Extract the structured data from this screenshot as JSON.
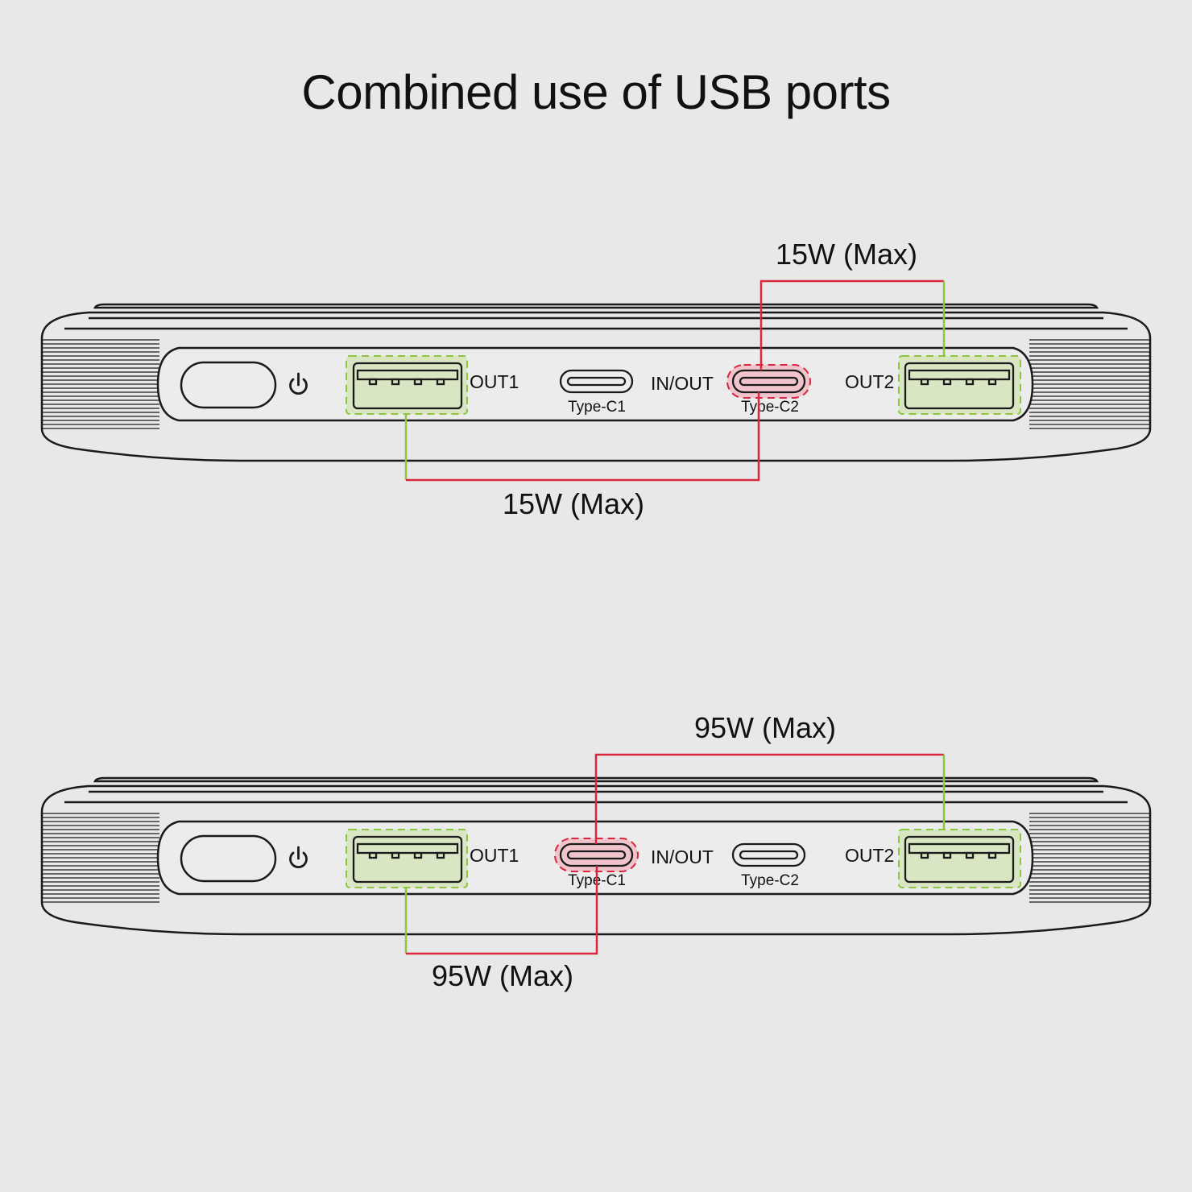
{
  "title": "Combined use of USB ports",
  "port_labels": {
    "out1": "OUT1",
    "out2": "OUT2",
    "in_out": "IN/OUT",
    "type_c1": "Type-C1",
    "type_c2": "Type-C2"
  },
  "colors": {
    "background": "#e8e8e8",
    "outline": "#1a1a1a",
    "active_usb_a": "#8cc63f",
    "active_type_c": "#d7263d",
    "active_usb_a_fill": "#d9e6c4",
    "active_type_c_fill": "#f0c4ca"
  },
  "icons": [
    "power-button",
    "power-icon",
    "usb-a-port-icon",
    "usb-c-port-icon"
  ],
  "scenarios": [
    {
      "active_type_c": "Type-C2",
      "active_usb_a": [
        "OUT1",
        "OUT2"
      ],
      "top_label": "15W (Max)",
      "bottom_label": "15W (Max)"
    },
    {
      "active_type_c": "Type-C1",
      "active_usb_a": [
        "OUT1",
        "OUT2"
      ],
      "top_label": "95W (Max)",
      "bottom_label": "95W (Max)"
    }
  ]
}
